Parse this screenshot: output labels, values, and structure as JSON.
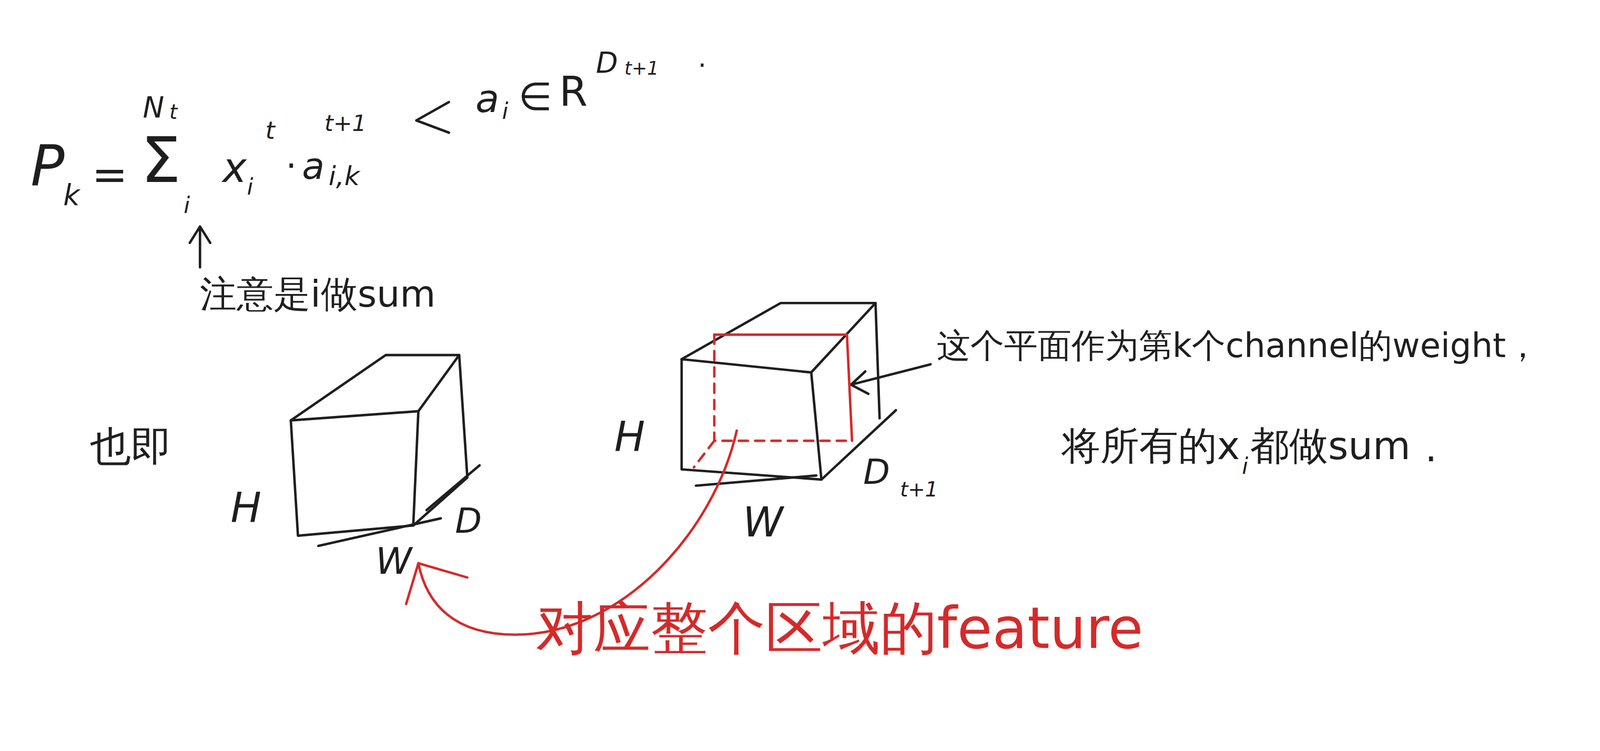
{
  "diagram": {
    "labels": [
      "P",
      "k",
      "=",
      "Σ",
      "N",
      "t",
      "i",
      "x",
      "i",
      "t",
      "·",
      "a",
      "i,k",
      "t+1",
      "a",
      "i",
      "∈",
      "R",
      "D",
      "t+1",
      ".",
      "注意是i做sum",
      "也即",
      "H",
      "W",
      "D",
      "H",
      "W",
      "D",
      "t+1",
      "这个平面作为第k个channel的weight，",
      "将所有的x",
      "i",
      "都做sum",
      ".",
      "对应整个区域的feature"
    ]
  }
}
